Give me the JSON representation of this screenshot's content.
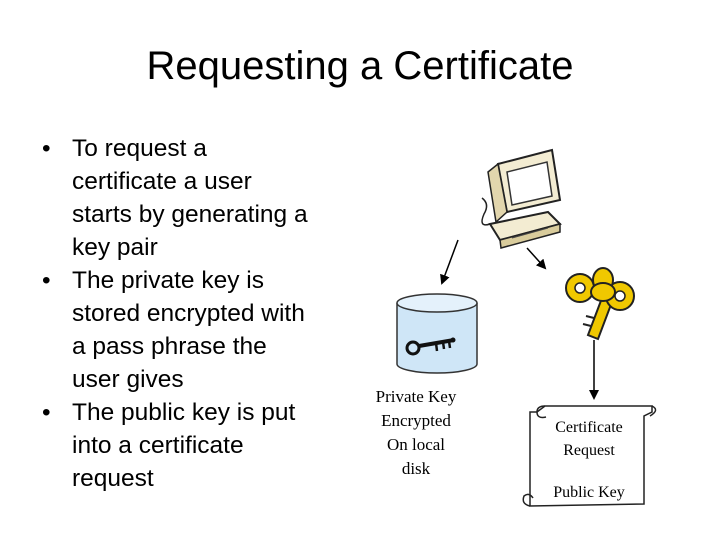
{
  "slide": {
    "title": "Requesting a Certificate",
    "bullets": [
      [
        "To request a",
        "certificate a user",
        "starts by generating a",
        "key pair"
      ],
      [
        "The private key is",
        "stored encrypted with",
        "a pass phrase the",
        "user gives"
      ],
      [
        "The public key is put",
        "into a certificate",
        "request"
      ]
    ]
  },
  "diagram": {
    "disk_label": [
      "Private Key",
      "Encrypted",
      "On local",
      "disk"
    ],
    "scroll_title": [
      "Certificate",
      "Request"
    ],
    "scroll_body": "Public Key",
    "colors": {
      "disk_fill": "#cfe6f7",
      "key_fill": "#f0c800",
      "computer_fill": "#f3ecd2"
    },
    "icons": [
      "computer-icon",
      "disk-icon",
      "key-icon",
      "scroll-icon"
    ]
  }
}
